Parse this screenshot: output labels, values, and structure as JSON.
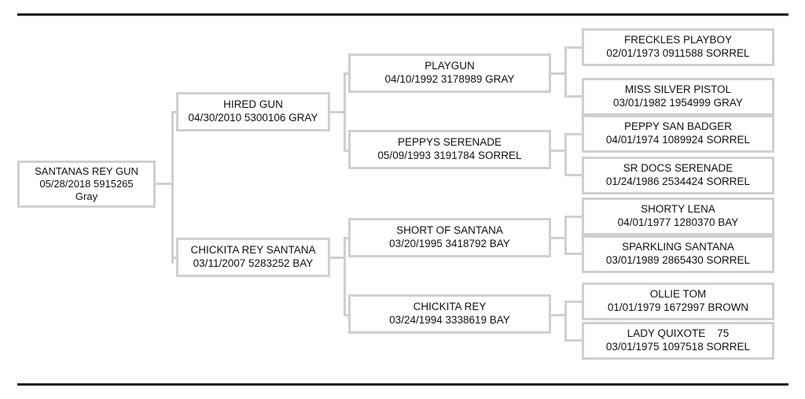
{
  "frame": {
    "rule_color": "#1a1a1a",
    "box_border_color": "#cfcfcf",
    "connector_color": "#cfcfcf"
  },
  "pedigree": {
    "type": "pedigree-tree",
    "generations": 4,
    "root": {
      "name": "SANTANAS REY GUN",
      "details": "05/28/2018 5915265",
      "color": "Gray"
    },
    "generation2": [
      {
        "name": "HIRED GUN",
        "details": "04/30/2010 5300106 GRAY"
      },
      {
        "name": "CHICKITA REY SANTANA",
        "details": "03/11/2007 5283252 BAY"
      }
    ],
    "generation3": [
      {
        "name": "PLAYGUN",
        "details": "04/10/1992 3178989 GRAY"
      },
      {
        "name": "PEPPYS SERENADE",
        "details": "05/09/1993 3191784 SORREL"
      },
      {
        "name": "SHORT OF SANTANA",
        "details": "03/20/1995 3418792 BAY"
      },
      {
        "name": "CHICKITA REY",
        "details": "03/24/1994 3338619 BAY"
      }
    ],
    "generation4": [
      {
        "name": "FRECKLES PLAYBOY",
        "details": "02/01/1973 0911588 SORREL"
      },
      {
        "name": "MISS SILVER PISTOL",
        "details": "03/01/1982 1954999 GRAY"
      },
      {
        "name": "PEPPY SAN BADGER",
        "details": "04/01/1974 1089924 SORREL"
      },
      {
        "name": "SR DOCS SERENADE",
        "details": "01/24/1986 2534424 SORREL"
      },
      {
        "name": "SHORTY LENA",
        "details": "04/01/1977 1280370 BAY"
      },
      {
        "name": "SPARKLING SANTANA",
        "details": "03/01/1989 2865430 SORREL"
      },
      {
        "name": "OLLIE TOM",
        "details": "01/01/1979 1672997 BROWN"
      },
      {
        "name": "LADY QUIXOTE    75",
        "details": "03/01/1975 1097518 SORREL"
      }
    ]
  }
}
